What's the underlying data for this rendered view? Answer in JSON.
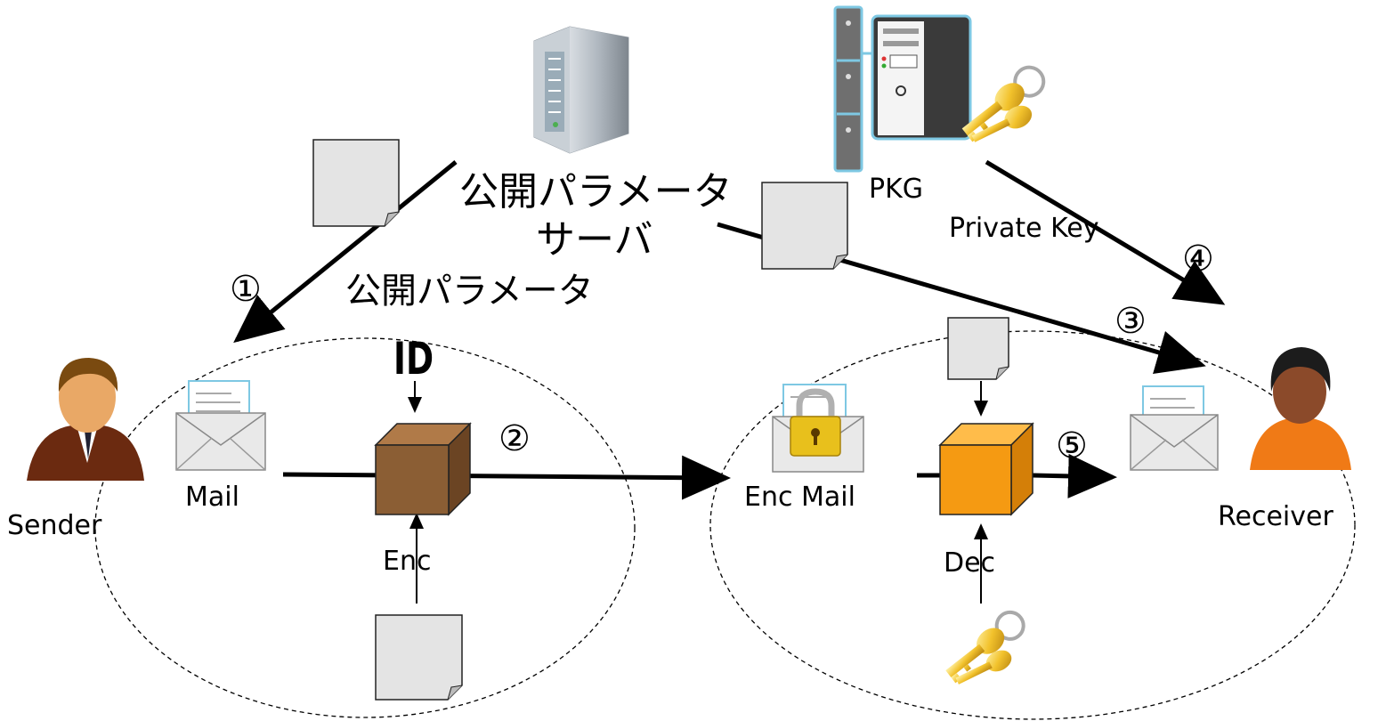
{
  "labels": {
    "param_server_line1": "公開パラメータ",
    "param_server_line2": "サーバ",
    "pkg": "PKG",
    "private_key": "Private Key",
    "public_params": "公開パラメータ",
    "id": "ID",
    "sender": "Sender",
    "mail": "Mail",
    "enc": "Enc",
    "enc_mail": "Enc Mail",
    "dec": "Dec",
    "receiver": "Receiver"
  },
  "steps": [
    "①",
    "②",
    "③",
    "④",
    "⑤"
  ],
  "colors": {
    "enc_box": "#8b5e34",
    "dec_box": "#f59a12",
    "doc_fill": "#e4e4e4",
    "key": "#e8b41c",
    "pkg_outline": "#7ec8e3"
  },
  "icons": {
    "param_server": "server-tower-icon",
    "pkg": "pkg-server-icon",
    "sender": "sender-person-icon",
    "receiver": "receiver-person-icon",
    "mail": "mail-envelope-icon",
    "enc_mail": "locked-mail-icon",
    "key": "key-icon",
    "document": "document-icon"
  }
}
